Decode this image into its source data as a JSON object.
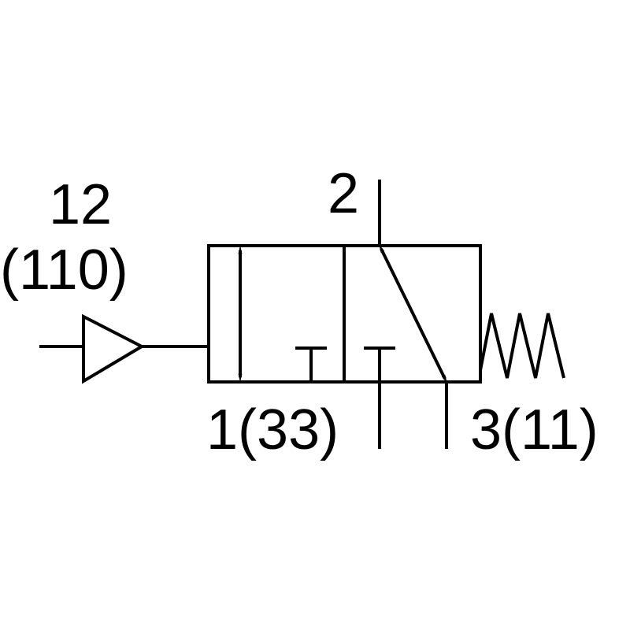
{
  "labels": {
    "pilot_port": "12",
    "pilot_port_alt": "(110)",
    "outlet_port": "2",
    "supply_port": "1(33)",
    "exhaust_port": "3(11)"
  },
  "colors": {
    "stroke": "#000000",
    "background": "#ffffff"
  }
}
